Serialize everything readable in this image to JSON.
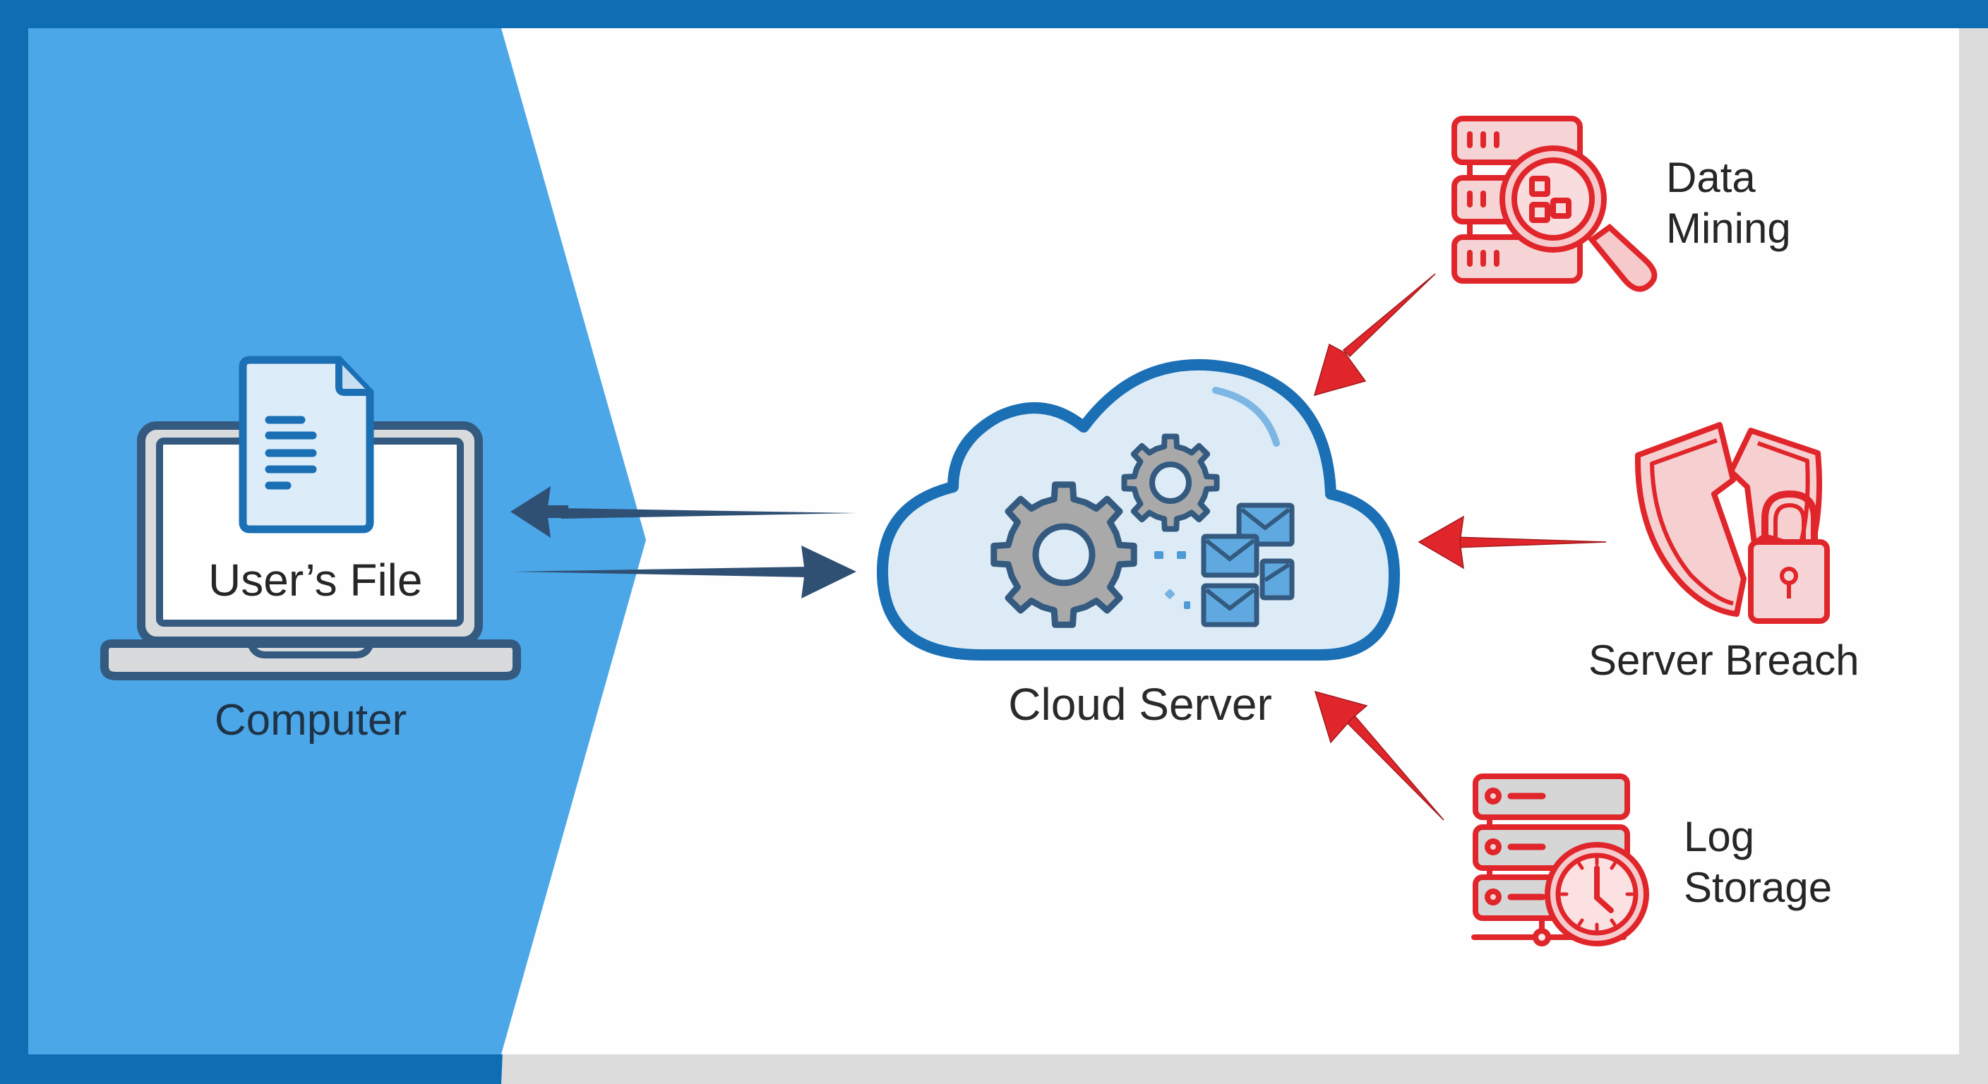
{
  "diagram": {
    "left_panel": {
      "device_label": "Computer",
      "file_label": "User’s File",
      "device_icon": "laptop-icon",
      "file_icon": "document-icon"
    },
    "center": {
      "label": "Cloud Server",
      "icon": "cloud-icon",
      "inner_icons": [
        "gear-icon",
        "gear-icon",
        "envelope-icon",
        "envelope-icon",
        "envelope-icon",
        "envelope-icon"
      ]
    },
    "threats": [
      {
        "label_line1": "Data",
        "label_line2": "Mining",
        "icon": "server-magnifier-icon"
      },
      {
        "label_line1": "Server Breach",
        "label_line2": "",
        "icon": "broken-shield-lock-icon"
      },
      {
        "label_line1": "Log",
        "label_line2": "Storage",
        "icon": "server-clock-icon"
      }
    ],
    "connections": [
      {
        "from": "Cloud Server",
        "to": "Computer",
        "color": "#2f4f73"
      },
      {
        "from": "Computer",
        "to": "Cloud Server",
        "color": "#2f4f73"
      },
      {
        "from": "Data Mining",
        "to": "Cloud Server",
        "color": "#e02424"
      },
      {
        "from": "Server Breach",
        "to": "Cloud Server",
        "color": "#e02424"
      },
      {
        "from": "Log Storage",
        "to": "Cloud Server",
        "color": "#e02424"
      }
    ],
    "colors": {
      "frame_blue": "#0f6eb3",
      "panel_blue": "#4ba7e8",
      "cloud_outline": "#1a6fb5",
      "cloud_fill": "#dcebf6",
      "threat_red": "#e0262b",
      "threat_fill": "#f6c9cb",
      "gear_fill": "#a9a9a9",
      "gear_outline": "#345a80"
    }
  }
}
